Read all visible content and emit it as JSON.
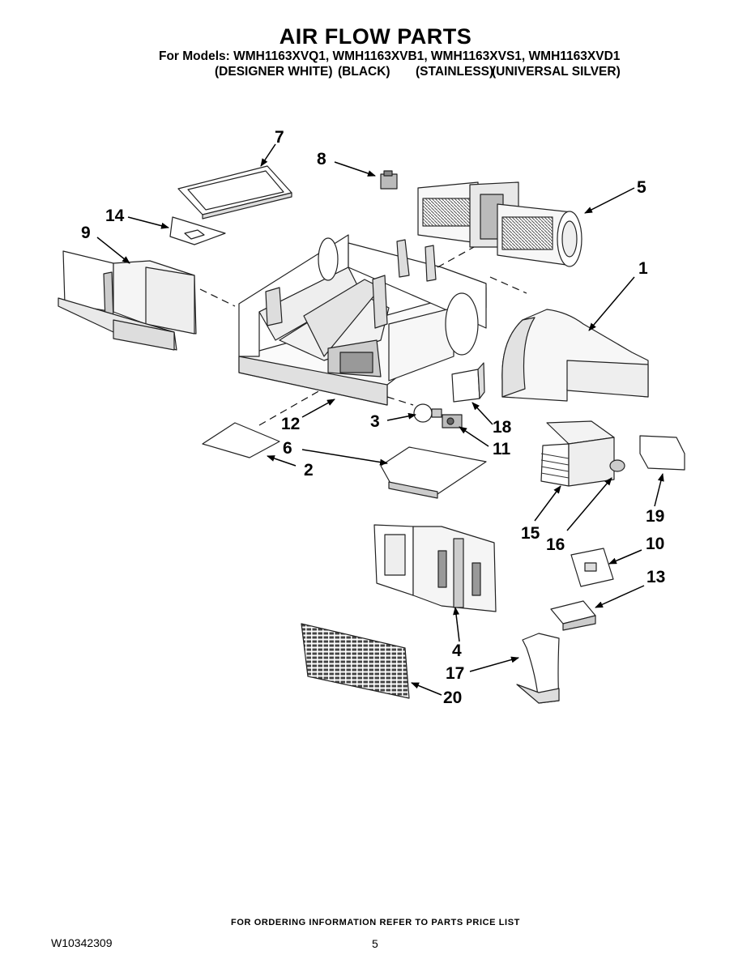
{
  "header": {
    "title": "AIR FLOW PARTS",
    "models_line": "For Models: WMH1163XVQ1, WMH1163XVB1, WMH1163XVS1, WMH1163XVD1",
    "finishes": [
      "(DESIGNER WHITE)",
      "(BLACK)",
      "(STAINLESS)",
      "(UNIVERSAL SILVER)"
    ]
  },
  "callouts": [
    "1",
    "2",
    "3",
    "4",
    "5",
    "6",
    "7",
    "8",
    "9",
    "10",
    "11",
    "12",
    "13",
    "14",
    "15",
    "16",
    "17",
    "18",
    "19",
    "20"
  ],
  "footer": {
    "note": "FOR ORDERING INFORMATION REFER TO PARTS PRICE LIST",
    "doc_number": "W10342309",
    "page_number": "5"
  }
}
